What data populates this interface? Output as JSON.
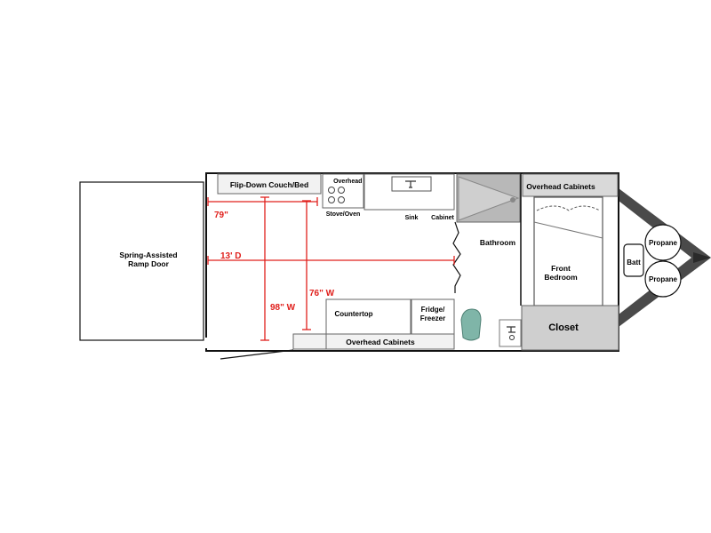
{
  "labels": {
    "ramp_door_line1": "Spring-Assisted",
    "ramp_door_line2": "Ramp Door",
    "couch": "Flip-Down Couch/Bed",
    "overhead_cabinets_top_left": "Overhead Cabinets",
    "stove": "Stove/Oven",
    "sink": "Sink",
    "cabinet": "Cabinet",
    "bathroom": "Bathroom",
    "overhead_cabinets_top_right": "Overhead Cabinets",
    "front_bedroom_line1": "Front",
    "front_bedroom_line2": "Bedroom",
    "closet": "Closet",
    "batt": "Batt",
    "propane_top": "Propane",
    "propane_bottom": "Propane",
    "countertop": "Countertop",
    "fridge_line1": "Fridge/",
    "fridge_line2": "Freezer",
    "overhead_cabinets_bottom": "Overhead Cabinets"
  },
  "dimensions": {
    "width_79": "79\"",
    "depth_13": "13' D",
    "width_76": "76\" W",
    "width_98": "98\" W"
  },
  "colors": {
    "dimension": "#e0201c",
    "wall": "#111111",
    "cabinet_fill": "#f2f2f2",
    "shower_fill": "#b8b8b8",
    "closet_fill": "#cfcfcf",
    "toilet": "#7fb5a8",
    "hitch": "#4a4a4a"
  }
}
